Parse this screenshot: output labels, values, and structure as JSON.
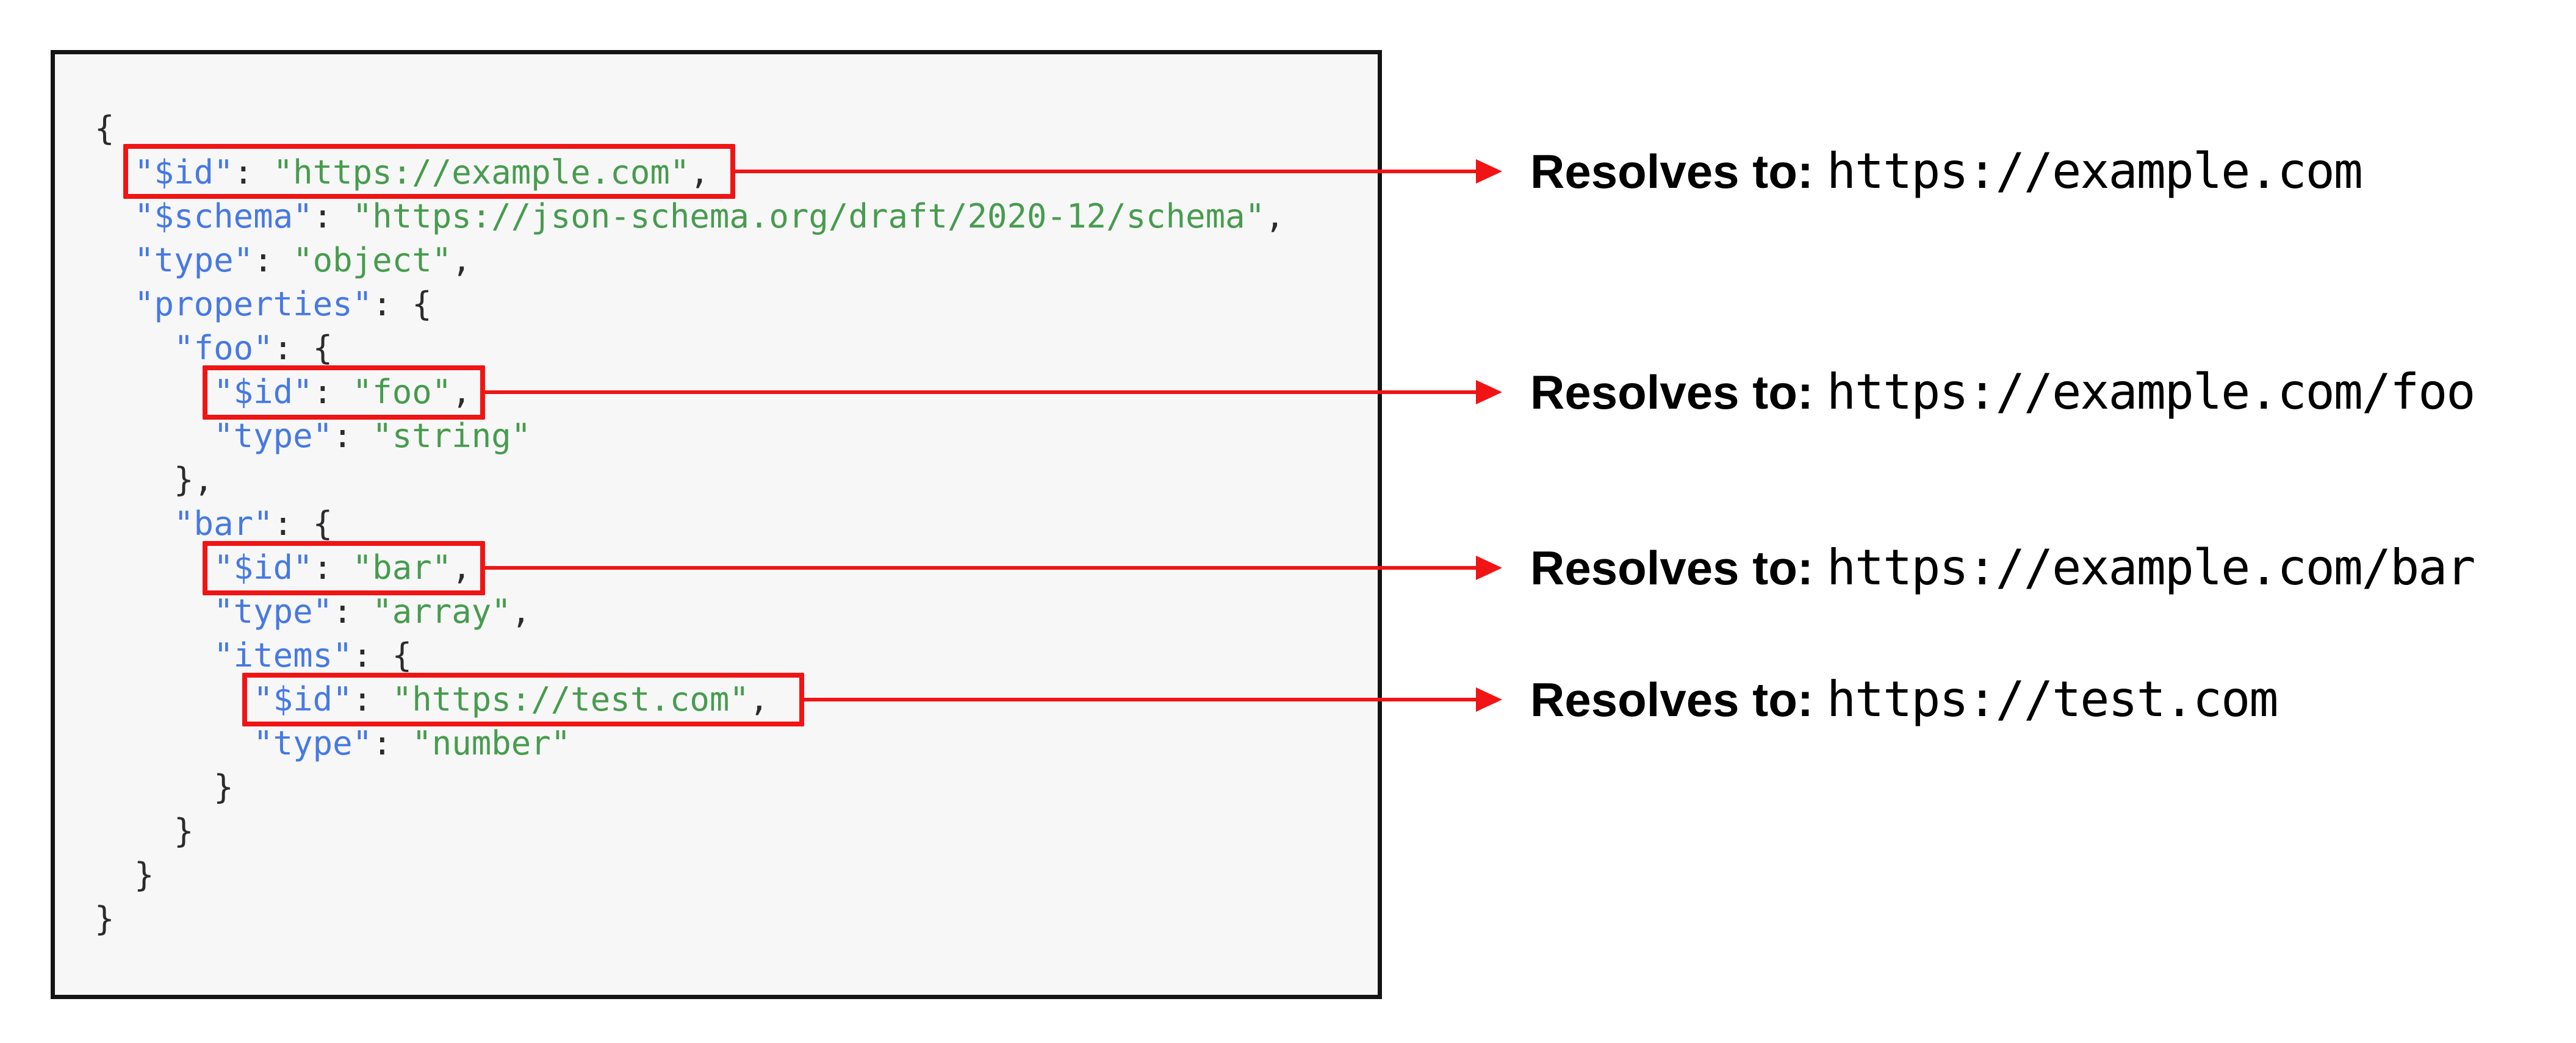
{
  "code": {
    "lines": [
      {
        "tokens": [
          {
            "t": "p",
            "v": "{"
          }
        ]
      },
      {
        "tokens": [
          {
            "t": "p",
            "v": "  "
          },
          {
            "t": "k",
            "v": "\"$id\""
          },
          {
            "t": "p",
            "v": ": "
          },
          {
            "t": "s",
            "v": "\"https://example.com\""
          },
          {
            "t": "p",
            "v": ","
          }
        ]
      },
      {
        "tokens": [
          {
            "t": "p",
            "v": "  "
          },
          {
            "t": "k",
            "v": "\"$schema\""
          },
          {
            "t": "p",
            "v": ": "
          },
          {
            "t": "s",
            "v": "\"https://json-schema.org/draft/2020-12/schema\""
          },
          {
            "t": "p",
            "v": ","
          }
        ]
      },
      {
        "tokens": [
          {
            "t": "p",
            "v": "  "
          },
          {
            "t": "k",
            "v": "\"type\""
          },
          {
            "t": "p",
            "v": ": "
          },
          {
            "t": "s",
            "v": "\"object\""
          },
          {
            "t": "p",
            "v": ","
          }
        ]
      },
      {
        "tokens": [
          {
            "t": "p",
            "v": "  "
          },
          {
            "t": "k",
            "v": "\"properties\""
          },
          {
            "t": "p",
            "v": ": {"
          }
        ]
      },
      {
        "tokens": [
          {
            "t": "p",
            "v": "    "
          },
          {
            "t": "k",
            "v": "\"foo\""
          },
          {
            "t": "p",
            "v": ": {"
          }
        ]
      },
      {
        "tokens": [
          {
            "t": "p",
            "v": "      "
          },
          {
            "t": "k",
            "v": "\"$id\""
          },
          {
            "t": "p",
            "v": ": "
          },
          {
            "t": "s",
            "v": "\"foo\""
          },
          {
            "t": "p",
            "v": ","
          }
        ]
      },
      {
        "tokens": [
          {
            "t": "p",
            "v": "      "
          },
          {
            "t": "k",
            "v": "\"type\""
          },
          {
            "t": "p",
            "v": ": "
          },
          {
            "t": "s",
            "v": "\"string\""
          }
        ]
      },
      {
        "tokens": [
          {
            "t": "p",
            "v": "    },"
          }
        ]
      },
      {
        "tokens": [
          {
            "t": "p",
            "v": "    "
          },
          {
            "t": "k",
            "v": "\"bar\""
          },
          {
            "t": "p",
            "v": ": {"
          }
        ]
      },
      {
        "tokens": [
          {
            "t": "p",
            "v": "      "
          },
          {
            "t": "k",
            "v": "\"$id\""
          },
          {
            "t": "p",
            "v": ": "
          },
          {
            "t": "s",
            "v": "\"bar\""
          },
          {
            "t": "p",
            "v": ","
          }
        ]
      },
      {
        "tokens": [
          {
            "t": "p",
            "v": "      "
          },
          {
            "t": "k",
            "v": "\"type\""
          },
          {
            "t": "p",
            "v": ": "
          },
          {
            "t": "s",
            "v": "\"array\""
          },
          {
            "t": "p",
            "v": ","
          }
        ]
      },
      {
        "tokens": [
          {
            "t": "p",
            "v": "      "
          },
          {
            "t": "k",
            "v": "\"items\""
          },
          {
            "t": "p",
            "v": ": {"
          }
        ]
      },
      {
        "tokens": [
          {
            "t": "p",
            "v": "        "
          },
          {
            "t": "k",
            "v": "\"$id\""
          },
          {
            "t": "p",
            "v": ": "
          },
          {
            "t": "s",
            "v": "\"https://test.com\""
          },
          {
            "t": "p",
            "v": ","
          }
        ]
      },
      {
        "tokens": [
          {
            "t": "p",
            "v": "        "
          },
          {
            "t": "k",
            "v": "\"type\""
          },
          {
            "t": "p",
            "v": ": "
          },
          {
            "t": "s",
            "v": "\"number\""
          }
        ]
      },
      {
        "tokens": [
          {
            "t": "p",
            "v": "      }"
          }
        ]
      },
      {
        "tokens": [
          {
            "t": "p",
            "v": "    }"
          }
        ]
      },
      {
        "tokens": [
          {
            "t": "p",
            "v": "  }"
          }
        ]
      },
      {
        "tokens": [
          {
            "t": "p",
            "v": "}"
          }
        ]
      }
    ]
  },
  "annotations": [
    {
      "prefix": "Resolves to:",
      "url": "https://example.com"
    },
    {
      "prefix": "Resolves to:",
      "url": "https://example.com/foo"
    },
    {
      "prefix": "Resolves to:",
      "url": "https://example.com/bar"
    },
    {
      "prefix": "Resolves to:",
      "url": "https://test.com"
    }
  ],
  "colors": {
    "accent_red": "#f01414",
    "key_blue": "#4679e3",
    "string_green": "#479c4e",
    "punct": "#2b2b2b",
    "panel_bg": "#f7f7f8",
    "panel_border": "#141414"
  }
}
